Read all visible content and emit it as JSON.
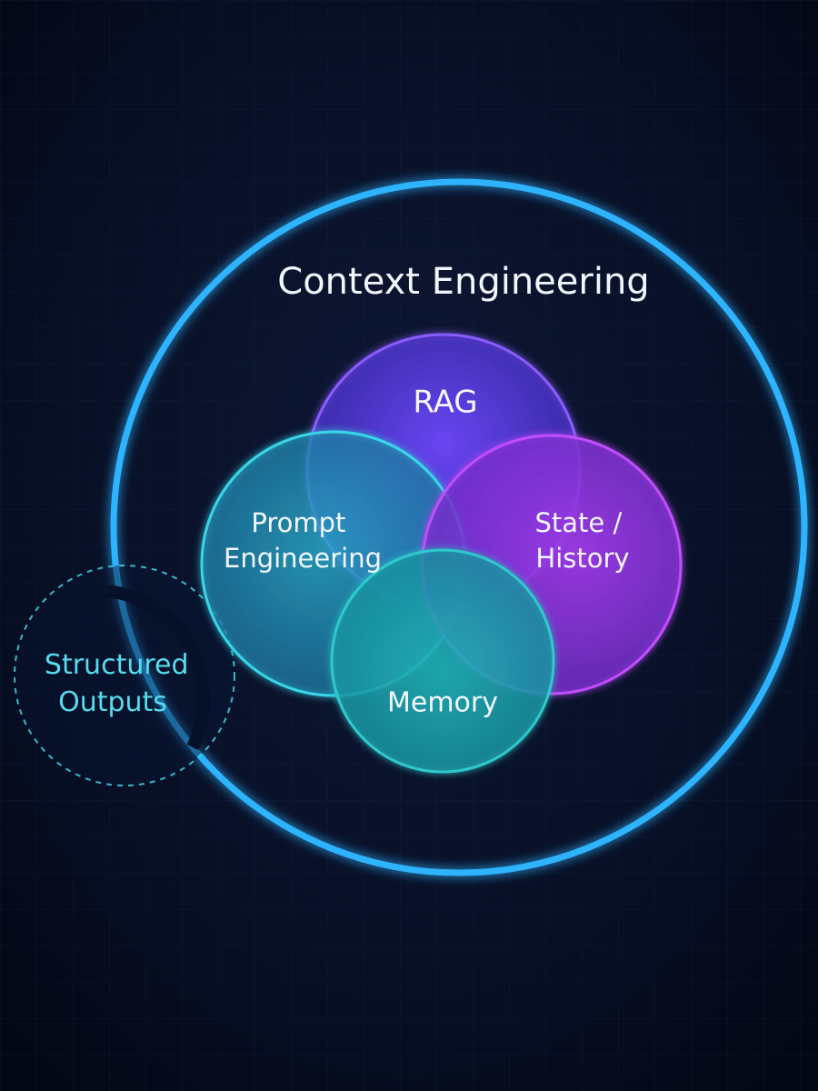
{
  "title": "Context Engineering",
  "circles": {
    "rag": {
      "label": "RAG",
      "color": "#8a5cff"
    },
    "prompt": {
      "label_lines": [
        "Prompt",
        "Engineering"
      ],
      "color": "#38d6e8"
    },
    "state": {
      "label_lines": [
        "State /",
        "History"
      ],
      "color": "#c24dff"
    },
    "memory": {
      "label": "Memory",
      "color": "#2fc9cc"
    },
    "structured": {
      "label_lines": [
        "Structured",
        "Outputs"
      ],
      "color": "#45d3e6"
    }
  },
  "outer_ring_color": "#2fb4ff",
  "background_color": "#060b1c"
}
